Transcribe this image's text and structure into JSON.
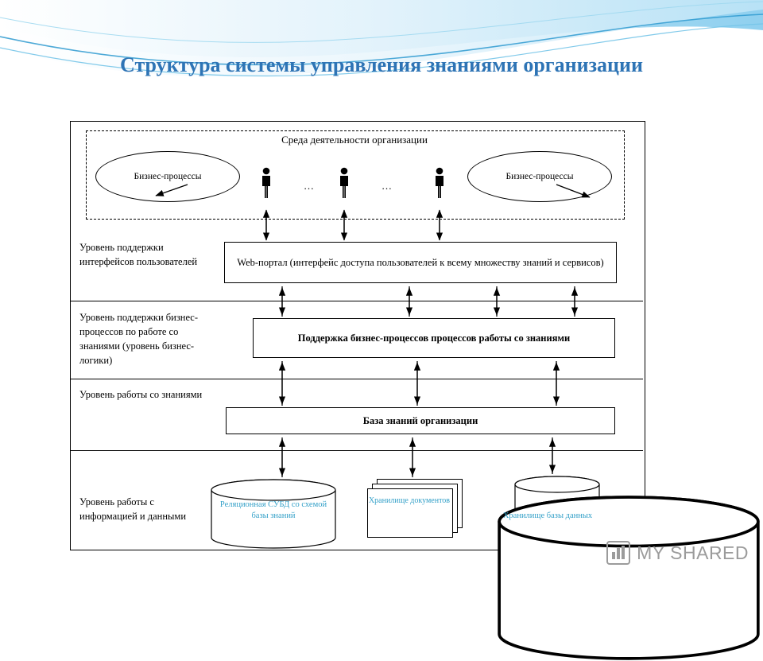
{
  "title": "Структура системы управления знаниями организации",
  "environment": {
    "label": "Среда деятельности организации",
    "ellipse_left": "Бизнес-процессы",
    "ellipse_right": "Бизнес-процессы",
    "dots_1": "…",
    "dots_2": "…"
  },
  "levels": [
    {
      "id": "interface",
      "label": "Уровень поддержки интерфейсов пользователей"
    },
    {
      "id": "business",
      "label": "Уровень поддержки бизнес-процессов по работе со знаниями (уровень бизнес-логики)"
    },
    {
      "id": "knowledge",
      "label": "Уровень работы со знаниями"
    },
    {
      "id": "data",
      "label": "Уровень работы с информацией и данными"
    }
  ],
  "boxes": [
    {
      "id": "portal",
      "text": "Web-портал (интерфейс доступа пользователей к всему множеству знаний и сервисов)"
    },
    {
      "id": "support",
      "text": "Поддержка бизнес-процессов процессов работы со знаниями"
    },
    {
      "id": "kb",
      "text": "База знаний организации"
    }
  ],
  "storage": [
    {
      "id": "rdbms",
      "text": "Реляционная СУБД со схемой базы знаний"
    },
    {
      "id": "docs",
      "text": "Хранилище документов"
    },
    {
      "id": "datawarehouse",
      "text": "Хранилище базы данных"
    }
  ],
  "colors": {
    "title": "#2e74b5",
    "accent": "#33a0c8",
    "line": "#000000",
    "deco_blue": "#2e9ad0",
    "deco_light": "#b9e3f5"
  },
  "watermark": {
    "text": "MY SHARED",
    "icon": "chart-icon"
  }
}
